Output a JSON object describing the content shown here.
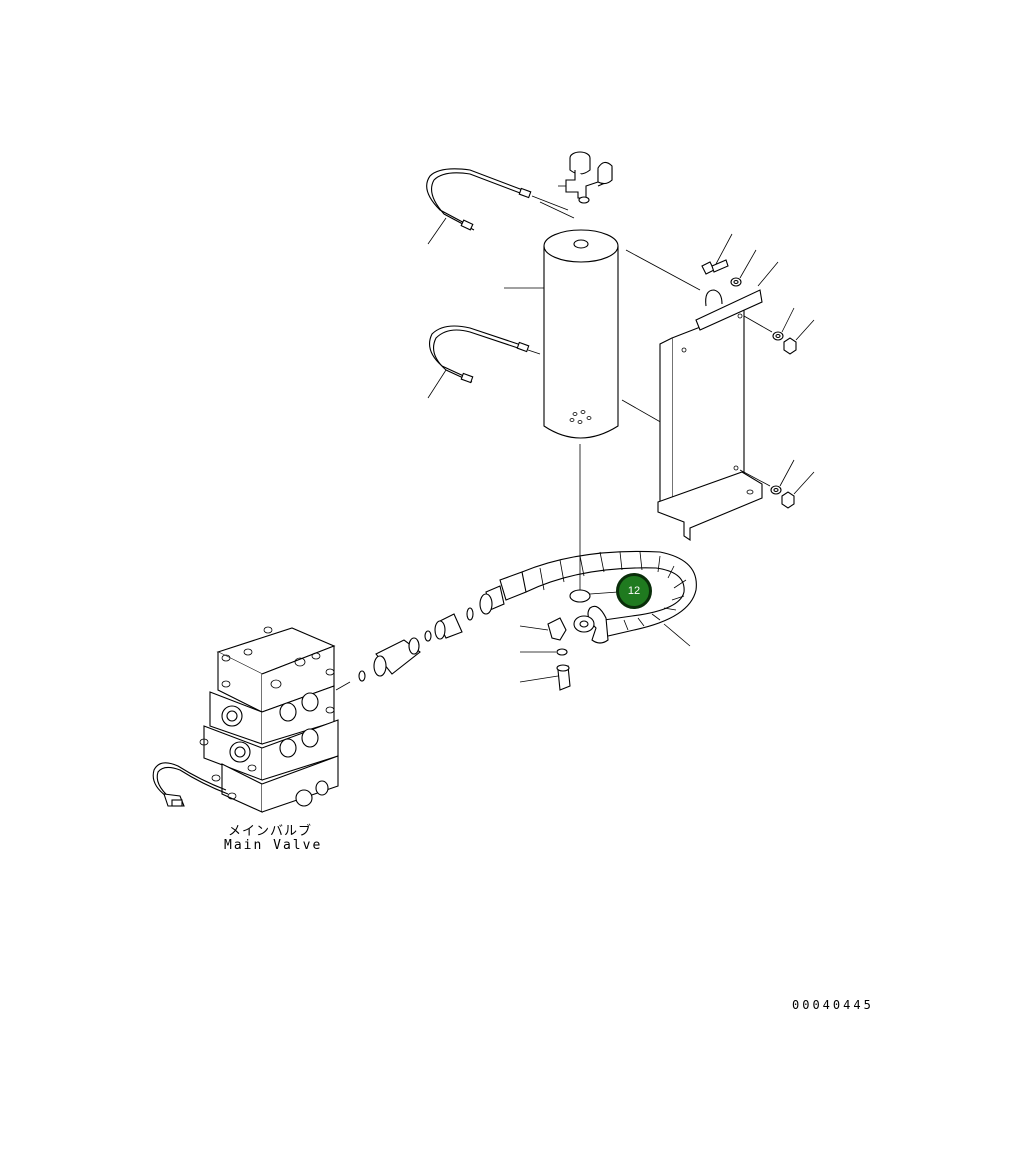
{
  "diagram": {
    "labels": {
      "main_valve_jp": "メインバルブ",
      "main_valve_en": "Main Valve"
    },
    "drawing_number": "00040445",
    "callout": {
      "number": "12",
      "color": "#1f7a1f",
      "border_color": "#0a2e0a"
    }
  }
}
